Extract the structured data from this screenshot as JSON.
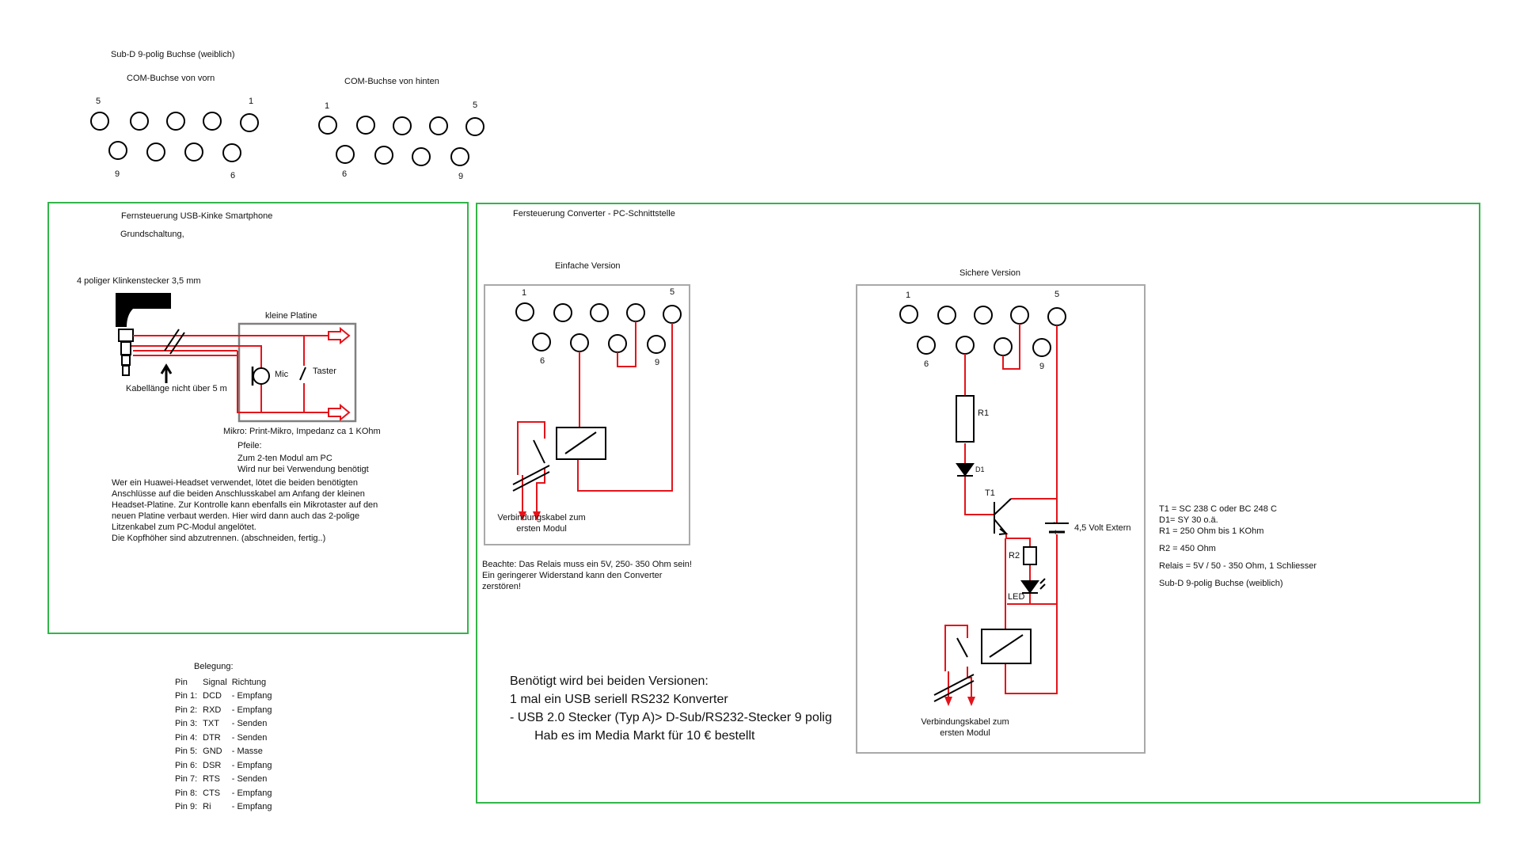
{
  "top": {
    "title": "Sub-D 9-polig Buchse (weiblich)",
    "front": {
      "label": "COM-Buchse von vorn",
      "num_tl": "5",
      "num_tr": "1",
      "num_bl": "9",
      "num_br": "6"
    },
    "back": {
      "label": "COM-Buchse von hinten",
      "num_tl": "1",
      "num_tr": "5",
      "num_bl": "6",
      "num_br": "9"
    }
  },
  "left_panel": {
    "title": "Fernsteuerung USB-Kinke Smartphone",
    "subtitle": "Grundschaltung,",
    "plug_label": "4 poliger Klinkenstecker 3,5 mm",
    "board_label": "kleine Platine",
    "mic_label": "Mic",
    "button_label": "Taster",
    "cable_note": "Kabellänge nicht über 5 m",
    "mic_note": "Mikro: Print-Mikro, Impedanz ca 1 KOhm",
    "arrows_note": [
      "Pfeile:",
      "Zum 2-ten Modul am PC",
      "Wird nur bei Verwendung benötigt"
    ],
    "huawei_note": [
      "Wer ein Huawei-Headset verwendet, lötet die beiden benötigten",
      "Anschlüsse auf die beiden Anschlusskabel am Anfang der kleinen",
      "Headset-Platine. Zur Kontrolle kann ebenfalls ein Mikrotaster auf den",
      "neuen Platine verbaut werden. Hier wird dann auch das 2-polige",
      "Litzenkabel zum PC-Modul angelötet.",
      "Die Kopfhöher sind abzutrennen. (abschneiden, fertig..)"
    ]
  },
  "right_panel": {
    "title": "Fersteuerung Converter - PC-Schnittstelle",
    "simple": {
      "title": "Einfache Version",
      "num_1": "1",
      "num_5": "5",
      "num_6": "6",
      "num_9": "9",
      "cable_label": [
        "Verbindungskabel zum",
        "ersten Modul"
      ]
    },
    "warning": [
      "Beachte: Das Relais muss ein 5V, 250- 350 Ohm sein!",
      "Ein geringerer Widerstand kann den Converter",
      "zerstören!"
    ],
    "safe": {
      "title": "Sichere Version",
      "num_1": "1",
      "num_5": "5",
      "num_6": "6",
      "num_9": "9",
      "r1": "R1",
      "d1": "D1",
      "t1": "T1",
      "r2": "R2",
      "led": "LED",
      "battery": "4,5 Volt Extern",
      "bat_minus": "-",
      "bat_plus": "+",
      "cable_label": [
        "Verbindungskabel zum",
        "ersten Modul"
      ]
    },
    "parts": [
      "T1 = SC 238 C   oder BC 248 C",
      "D1= SY 30 o.ä.",
      "R1 = 250 Ohm bis 1 KOhm",
      "R2 = 450 Ohm",
      "Relais = 5V / 50 - 350 Ohm, 1 Schliesser",
      "Sub-D 9-polig Buchse (weiblich)"
    ],
    "required": [
      "Benötigt wird bei beiden Versionen:",
      "1 mal ein USB seriell RS232 Konverter",
      "- USB 2.0 Stecker (Typ A)> D-Sub/RS232-Stecker 9 polig",
      "       Hab es im Media Markt für 10 € bestellt"
    ]
  },
  "pinout": {
    "title": "Belegung:",
    "headers": [
      "Pin",
      "Signal",
      "Richtung"
    ],
    "rows": [
      [
        "Pin 1:",
        "DCD",
        "- Empfang"
      ],
      [
        "Pin 2:",
        "RXD",
        "- Empfang"
      ],
      [
        "Pin 3:",
        "TXT",
        "- Senden"
      ],
      [
        "Pin 4:",
        "DTR",
        "- Senden"
      ],
      [
        "Pin 5:",
        "GND",
        "- Masse"
      ],
      [
        "Pin 6:",
        "DSR",
        "- Empfang"
      ],
      [
        "Pin 7:",
        "RTS",
        "- Senden"
      ],
      [
        "Pin 8:",
        "CTS",
        "- Empfang"
      ],
      [
        "Pin 9:",
        "Ri",
        "- Empfang"
      ]
    ]
  },
  "colors": {
    "frame_green": "#33b54a",
    "wire_red": "#e3141b",
    "box_gray": "#a9a9a9"
  }
}
